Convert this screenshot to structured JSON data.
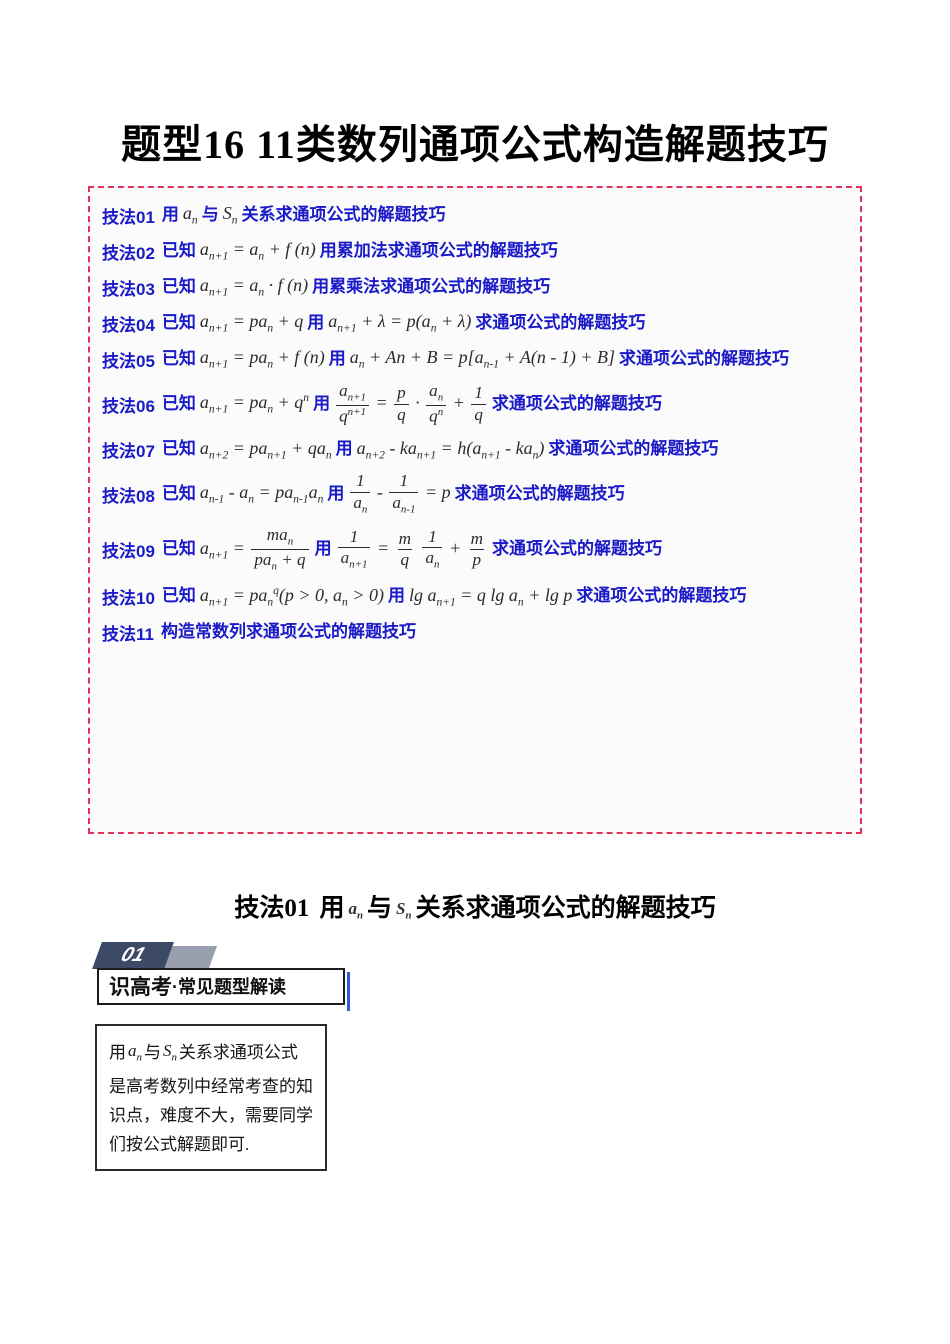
{
  "page": {
    "title": "题型16 11类数列通项公式构造解题技巧"
  },
  "colors": {
    "technique_text_blue": "#1a1ac8",
    "dashed_border_red": "#e0315a",
    "badge_navy": "#3d4a66",
    "badge_tail_gray": "#98a0b0",
    "accent_blue": "#2e5bd7",
    "box_background": "#fbfbfb"
  },
  "techniques": [
    {
      "label": "技法01",
      "segments": [
        {
          "cn": "用"
        },
        {
          "math": [
            "a",
            {
              "s": "n"
            }
          ]
        },
        {
          "cn": "与"
        },
        {
          "math": [
            "S",
            {
              "s": "n"
            }
          ]
        },
        {
          "cn": "关系求通项公式的解题技巧"
        }
      ]
    },
    {
      "label": "技法02",
      "segments": [
        {
          "cn": "已知"
        },
        {
          "math": [
            "a",
            {
              "s": "n+1"
            },
            " = a",
            {
              "s": "n"
            },
            " + f (n)"
          ]
        },
        {
          "cn": "用累加法求通项公式的解题技巧"
        }
      ]
    },
    {
      "label": "技法03",
      "segments": [
        {
          "cn": "已知"
        },
        {
          "math": [
            "a",
            {
              "s": "n+1"
            },
            " = a",
            {
              "s": "n"
            },
            " · f (n)"
          ]
        },
        {
          "cn": "用累乘法求通项公式的解题技巧"
        }
      ]
    },
    {
      "label": "技法04",
      "segments": [
        {
          "cn": "已知"
        },
        {
          "math": [
            "a",
            {
              "s": "n+1"
            },
            " = pa",
            {
              "s": "n"
            },
            " + q"
          ]
        },
        {
          "cn": "用"
        },
        {
          "math": [
            "a",
            {
              "s": "n+1"
            },
            " + λ = p(a",
            {
              "s": "n"
            },
            " + λ)"
          ]
        },
        {
          "cn": "求通项公式的解题技巧"
        }
      ]
    },
    {
      "label": "技法05",
      "segments": [
        {
          "cn": "已知"
        },
        {
          "math": [
            "a",
            {
              "s": "n+1"
            },
            " = pa",
            {
              "s": "n"
            },
            " + f (n)"
          ]
        },
        {
          "cn": "用"
        },
        {
          "math": [
            "a",
            {
              "s": "n"
            },
            " + An + B = p[a",
            {
              "s": "n-1"
            },
            " + A(n - 1) + B]"
          ]
        },
        {
          "cn": "求通项公式的解题技巧"
        }
      ]
    },
    {
      "label": "技法06",
      "segments": [
        {
          "cn": "已知"
        },
        {
          "math": [
            "a",
            {
              "s": "n+1"
            },
            " = pa",
            {
              "s": "n"
            },
            " + q",
            {
              "p": "n"
            }
          ]
        },
        {
          "cn": "用"
        },
        {
          "math": [
            {
              "f": [
                [
                  "a",
                  {
                    "s": "n+1"
                  }
                ],
                [
                  "q",
                  {
                    "p": "n+1"
                  }
                ]
              ]
            },
            " = ",
            {
              "f": [
                [
                  "p"
                ],
                [
                  "q"
                ]
              ]
            },
            " · ",
            {
              "f": [
                [
                  "a",
                  {
                    "s": "n"
                  }
                ],
                [
                  "q",
                  {
                    "p": "n"
                  }
                ]
              ]
            },
            " + ",
            {
              "f": [
                [
                  "1"
                ],
                [
                  "q"
                ]
              ]
            }
          ]
        },
        {
          "cn": "求通项公式的解题技巧"
        }
      ]
    },
    {
      "label": "技法07",
      "segments": [
        {
          "cn": "已知"
        },
        {
          "math": [
            "a",
            {
              "s": "n+2"
            },
            " = pa",
            {
              "s": "n+1"
            },
            " + qa",
            {
              "s": "n"
            }
          ]
        },
        {
          "cn": "用"
        },
        {
          "math": [
            "a",
            {
              "s": "n+2"
            },
            " - ka",
            {
              "s": "n+1"
            },
            " = h(a",
            {
              "s": "n+1"
            },
            " - ka",
            {
              "s": "n"
            },
            ")"
          ]
        },
        {
          "cn": "求通项公式的解题技巧"
        }
      ]
    },
    {
      "label": "技法08",
      "segments": [
        {
          "cn": "已知"
        },
        {
          "math": [
            "a",
            {
              "s": "n-1"
            },
            " - a",
            {
              "s": "n"
            },
            " = pa",
            {
              "s": "n-1"
            },
            "a",
            {
              "s": "n"
            }
          ]
        },
        {
          "cn": "用"
        },
        {
          "math": [
            {
              "f": [
                [
                  "1"
                ],
                [
                  "a",
                  {
                    "s": "n"
                  }
                ]
              ]
            },
            " - ",
            {
              "f": [
                [
                  "1"
                ],
                [
                  "a",
                  {
                    "s": "n-1"
                  }
                ]
              ]
            },
            " = p"
          ]
        },
        {
          "cn": "求通项公式的解题技巧"
        }
      ]
    },
    {
      "label": "技法09",
      "segments": [
        {
          "cn": "已知"
        },
        {
          "math": [
            "a",
            {
              "s": "n+1"
            },
            " = ",
            {
              "f": [
                [
                  "ma",
                  {
                    "s": "n"
                  }
                ],
                [
                  "pa",
                  {
                    "s": "n"
                  },
                  " + q"
                ]
              ]
            }
          ]
        },
        {
          "cn": "用"
        },
        {
          "math": [
            {
              "f": [
                [
                  "1"
                ],
                [
                  "a",
                  {
                    "s": "n+1"
                  }
                ]
              ]
            },
            " = ",
            {
              "f": [
                [
                  "m"
                ],
                [
                  "q"
                ]
              ]
            },
            " ",
            {
              "f": [
                [
                  "1"
                ],
                [
                  "a",
                  {
                    "s": "n"
                  }
                ]
              ]
            },
            " + ",
            {
              "f": [
                [
                  "m"
                ],
                [
                  "p"
                ]
              ]
            }
          ]
        },
        {
          "cn": "求通项公式的解题技巧"
        }
      ]
    },
    {
      "label": "技法10",
      "segments": [
        {
          "cn": "已知"
        },
        {
          "math": [
            "a",
            {
              "s": "n+1"
            },
            " = pa",
            {
              "s": "n"
            },
            {
              "p": "q"
            },
            "(p > 0, a",
            {
              "s": "n"
            },
            " > 0)"
          ]
        },
        {
          "cn": "用"
        },
        {
          "math": [
            "lg a",
            {
              "s": "n+1"
            },
            " = q lg a",
            {
              "s": "n"
            },
            " + lg p"
          ]
        },
        {
          "cn": "求通项公式的解题技巧"
        }
      ]
    },
    {
      "label": "技法11",
      "segments": [
        {
          "cn": "构造常数列求通项公式的解题技巧"
        }
      ]
    }
  ],
  "section": {
    "label": "技法01",
    "segments": [
      {
        "cn": "用"
      },
      {
        "math": [
          "a",
          {
            "s": "n"
          }
        ]
      },
      {
        "cn": "与"
      },
      {
        "math": [
          "S",
          {
            "s": "n"
          }
        ]
      },
      {
        "cn": "关系求通项公式的解题技巧"
      }
    ]
  },
  "banner": {
    "number": "01",
    "title_strong": "识高考",
    "title_rest": "·常见题型解读"
  },
  "intro": {
    "segments": [
      {
        "cn": "用"
      },
      {
        "math": [
          "a",
          {
            "s": "n"
          }
        ]
      },
      {
        "cn": "与"
      },
      {
        "math": [
          "S",
          {
            "s": "n"
          }
        ]
      },
      {
        "cn": "关系求通项公式是高考数列中经常考查的知识点，难度不大，需要同学们按公式解题即可."
      }
    ]
  }
}
